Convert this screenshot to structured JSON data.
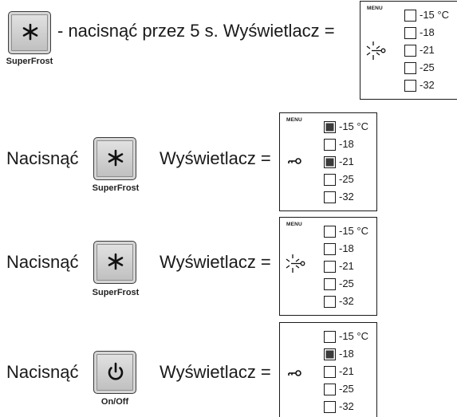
{
  "instructions": [
    {
      "prefix": "",
      "button": {
        "icon": "snowflake-icon",
        "label": "SuperFrost"
      },
      "text": "- nacisnąć przez 5 s. Wyświetlacz =",
      "display": {
        "menu": "MENU",
        "symbol": "flashing-key-icon",
        "filled": []
      }
    },
    {
      "prefix": "Nacisnąć",
      "button": {
        "icon": "snowflake-icon",
        "label": "SuperFrost"
      },
      "text": "Wyświetlacz =",
      "display": {
        "menu": "MENU",
        "symbol": "key-icon",
        "filled": [
          "-15 °C",
          "-21"
        ]
      }
    },
    {
      "prefix": "Nacisnąć",
      "button": {
        "icon": "snowflake-icon",
        "label": "SuperFrost"
      },
      "text": "Wyświetlacz =",
      "display": {
        "menu": "MENU",
        "symbol": "flashing-key-icon",
        "filled": []
      }
    },
    {
      "prefix": "Nacisnąć",
      "button": {
        "icon": "power-icon",
        "label": "On/Off"
      },
      "text": "Wyświetlacz =",
      "display": {
        "menu": "",
        "symbol": "key-icon",
        "filled": [
          "-18"
        ]
      }
    }
  ],
  "temperatures": [
    "-15 °C",
    "-18",
    "-21",
    "-25",
    "-32"
  ]
}
